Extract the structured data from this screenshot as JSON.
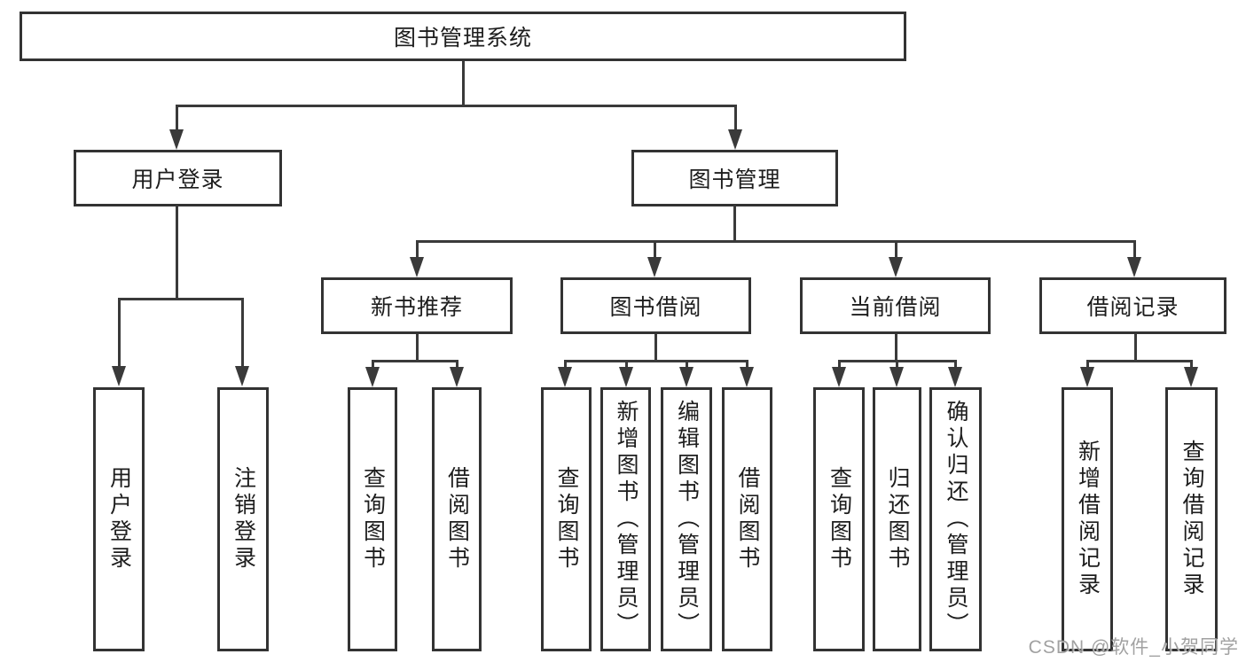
{
  "diagram_type": "hierarchy-tree",
  "colors": {
    "background": "#ffffff",
    "box_border": "#333333",
    "connector_line": "#3a3a3a",
    "text": "#1d1d1d",
    "watermark": "#919191"
  },
  "tree": {
    "label": "图书管理系统",
    "children": [
      {
        "label": "用户登录",
        "children": [
          {
            "label": "用户登录"
          },
          {
            "label": "注销登录"
          }
        ]
      },
      {
        "label": "图书管理",
        "children": [
          {
            "label": "新书推荐",
            "children": [
              {
                "label": "查询图书"
              },
              {
                "label": "借阅图书"
              }
            ]
          },
          {
            "label": "图书借阅",
            "children": [
              {
                "label": "查询图书"
              },
              {
                "label": "新增图书（管理员）"
              },
              {
                "label": "编辑图书（管理员）"
              },
              {
                "label": "借阅图书"
              }
            ]
          },
          {
            "label": "当前借阅",
            "children": [
              {
                "label": "查询图书"
              },
              {
                "label": "归还图书"
              },
              {
                "label": "确认归还（管理员）"
              }
            ]
          },
          {
            "label": "借阅记录",
            "children": [
              {
                "label": "新增借阅记录"
              },
              {
                "label": "查询借阅记录"
              }
            ]
          }
        ]
      }
    ]
  },
  "watermark": {
    "text": "CSDN @软件_小贺同学"
  }
}
